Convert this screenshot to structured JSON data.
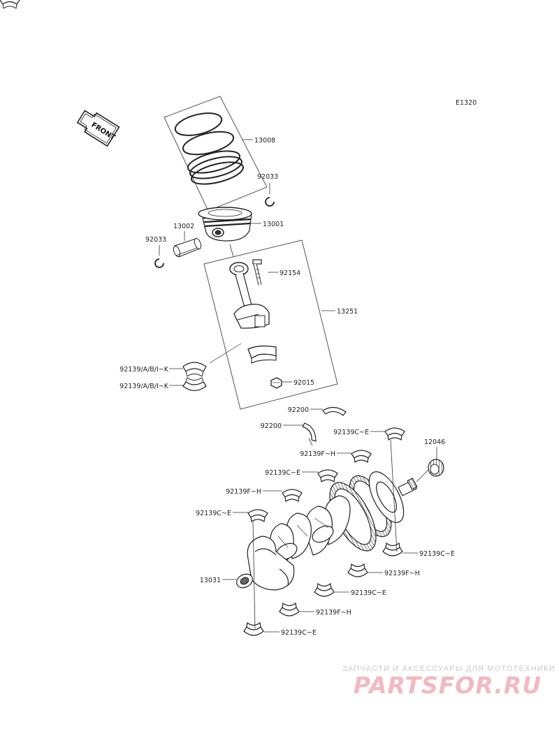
{
  "diagram": {
    "code": "E1320",
    "front_label": "FRONT",
    "parts": {
      "p13008": "13008",
      "p92033a": "92033",
      "p13001": "13001",
      "p13002": "13002",
      "p92033b": "92033",
      "p92154": "92154",
      "p13251": "13251",
      "p92139a": "92139/A/B/I~K",
      "p92139b": "92139/A/B/I~K",
      "p92015": "92015",
      "p92200a": "92200",
      "p92200b": "92200",
      "p92139ce_1": "92139C~E",
      "p12046": "12046",
      "p92139fh_1": "92139F~H",
      "p92139ce_2": "92139C~E",
      "p92139fh_2": "92139F~H",
      "p92139ce_3": "92139C~E",
      "p92139ce_4": "92139C~E",
      "p13031": "13031",
      "p92139fh_3": "92139F~H",
      "p92139ce_5": "92139C~E",
      "p92139fh_4": "92139F~H",
      "p92139ce_6": "92139C~E"
    }
  },
  "watermark": {
    "subtitle": "ЗАПЧАСТИ И АКСЕССУАРЫ ДЛЯ МОТОТЕХНИКИ",
    "brand": "PARTSFOR.RU"
  }
}
